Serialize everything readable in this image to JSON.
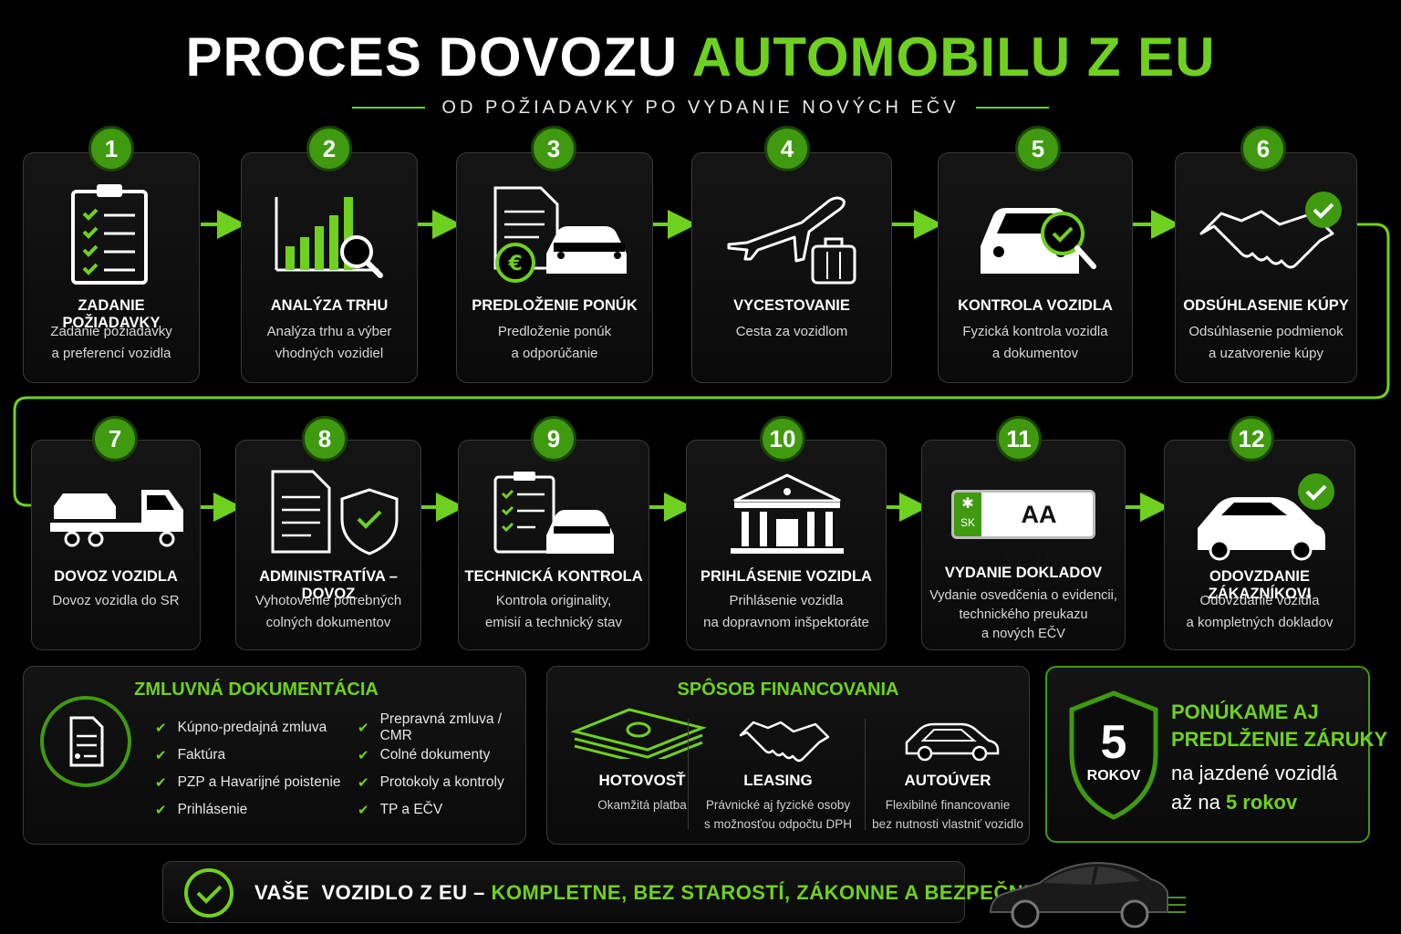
{
  "header": {
    "title_part1": "PROCES DOVOZU",
    "title_part2": "AUTOMOBILU Z EU",
    "subtitle": "OD POŽIADAVKY PO VYDANIE NOVÝCH EČV"
  },
  "steps": [
    {
      "number": "1",
      "title": "ZADANIE POŽIADAVKY",
      "desc": "Zadanie požiadavky\na preferencí vozidla",
      "icon": "clipboard-checklist-icon"
    },
    {
      "number": "2",
      "title": "ANALÝZA TRHU",
      "desc": "Analýza trhu a výber\nvhodných vozidiel",
      "icon": "chart-magnifier-icon"
    },
    {
      "number": "3",
      "title": "PREDLOŽENIE PONÚK",
      "desc": "Predloženie ponúk\na odporúčanie",
      "icon": "document-euro-car-icon"
    },
    {
      "number": "4",
      "title": "VYCESTOVANIE",
      "desc": "Cesta za vozidlom",
      "icon": "airplane-luggage-icon"
    },
    {
      "number": "5",
      "title": "KONTROLA VOZIDLA",
      "desc": "Fyzická kontrola vozidla\na dokumentov",
      "icon": "car-inspection-icon"
    },
    {
      "number": "6",
      "title": "ODSÚHLASENIE KÚPY",
      "desc": "Odsúhlasenie podmienok\na uzatvorenie kúpy",
      "icon": "handshake-check-icon"
    },
    {
      "number": "7",
      "title": "DOVOZ VOZIDLA",
      "desc": "Dovoz vozidla do SR",
      "icon": "tow-truck-icon"
    },
    {
      "number": "8",
      "title": "ADMINISTRATÍVA – DOVOZ",
      "desc": "Vyhotovenie potrebných\ncolných dokumentov",
      "icon": "document-shield-icon"
    },
    {
      "number": "9",
      "title": "TECHNICKÁ KONTROLA",
      "desc": "Kontrola originality,\nemisií a technický stav",
      "icon": "checklist-car-icon"
    },
    {
      "number": "10",
      "title": "PRIHLÁSENIE VOZIDLA",
      "desc": "Prihlásenie vozidla\nna dopravnom inšpektoráte",
      "icon": "government-building-icon"
    },
    {
      "number": "11",
      "title": "VYDANIE DOKLADOV",
      "desc": "Vydanie osvedčenia o evidencii,\ntechnického preukazu\na nových EČV",
      "icon": "license-plate-icon"
    },
    {
      "number": "12",
      "title": "ODOVZDANIE ZÁKAZNÍKOVI",
      "desc": "Odovzdanie vozidla\na kompletných dokladov",
      "icon": "car-check-icon"
    }
  ],
  "plate": {
    "country": "SK",
    "text": "AA 123AA"
  },
  "documents": {
    "title": "ZMLUVNÁ DOKUMENTÁCIA",
    "items_left": [
      "Kúpno-predajná zmluva",
      "Faktúra",
      "PZP a Havarijné poistenie",
      "Prihlásenie"
    ],
    "items_right": [
      "Prepravná zmluva / CMR",
      "Colné dokumenty",
      "Protokoly a kontroly",
      "TP a EČV"
    ]
  },
  "financing": {
    "title": "SPÔSOB FINANCOVANIA",
    "options": [
      {
        "name": "HOTOVOSŤ",
        "desc": "Okamžitá platba",
        "icon": "cash-icon"
      },
      {
        "name": "LEASING",
        "desc": "Právnické aj fyzické osoby\ns možnosťou odpočtu DPH",
        "icon": "handshake-icon"
      },
      {
        "name": "AUTOÚVER",
        "desc": "Flexibilné financovanie\nbez nutnosti vlastniť vozidlo",
        "icon": "car-icon"
      }
    ]
  },
  "warranty": {
    "badge_number": "5",
    "badge_label": "ROKOV",
    "headline_line1": "PONÚKAME AJ",
    "headline_line2": "PREDLŽENIE ZÁRUKY",
    "text_line1": "na jazdené vozidlá",
    "text_line2_prefix": "až na",
    "text_line2_highlight": "5 rokov"
  },
  "footer": {
    "text_white": "VAŠE  VOZIDLO Z EU –",
    "text_green": "KOMPLETNE, BEZ STAROSTÍ, ZÁKONNE A BEZPEČNE"
  },
  "colors": {
    "accent": "#6fd11f",
    "background": "#000000",
    "card_border": "#3a3a3a"
  }
}
